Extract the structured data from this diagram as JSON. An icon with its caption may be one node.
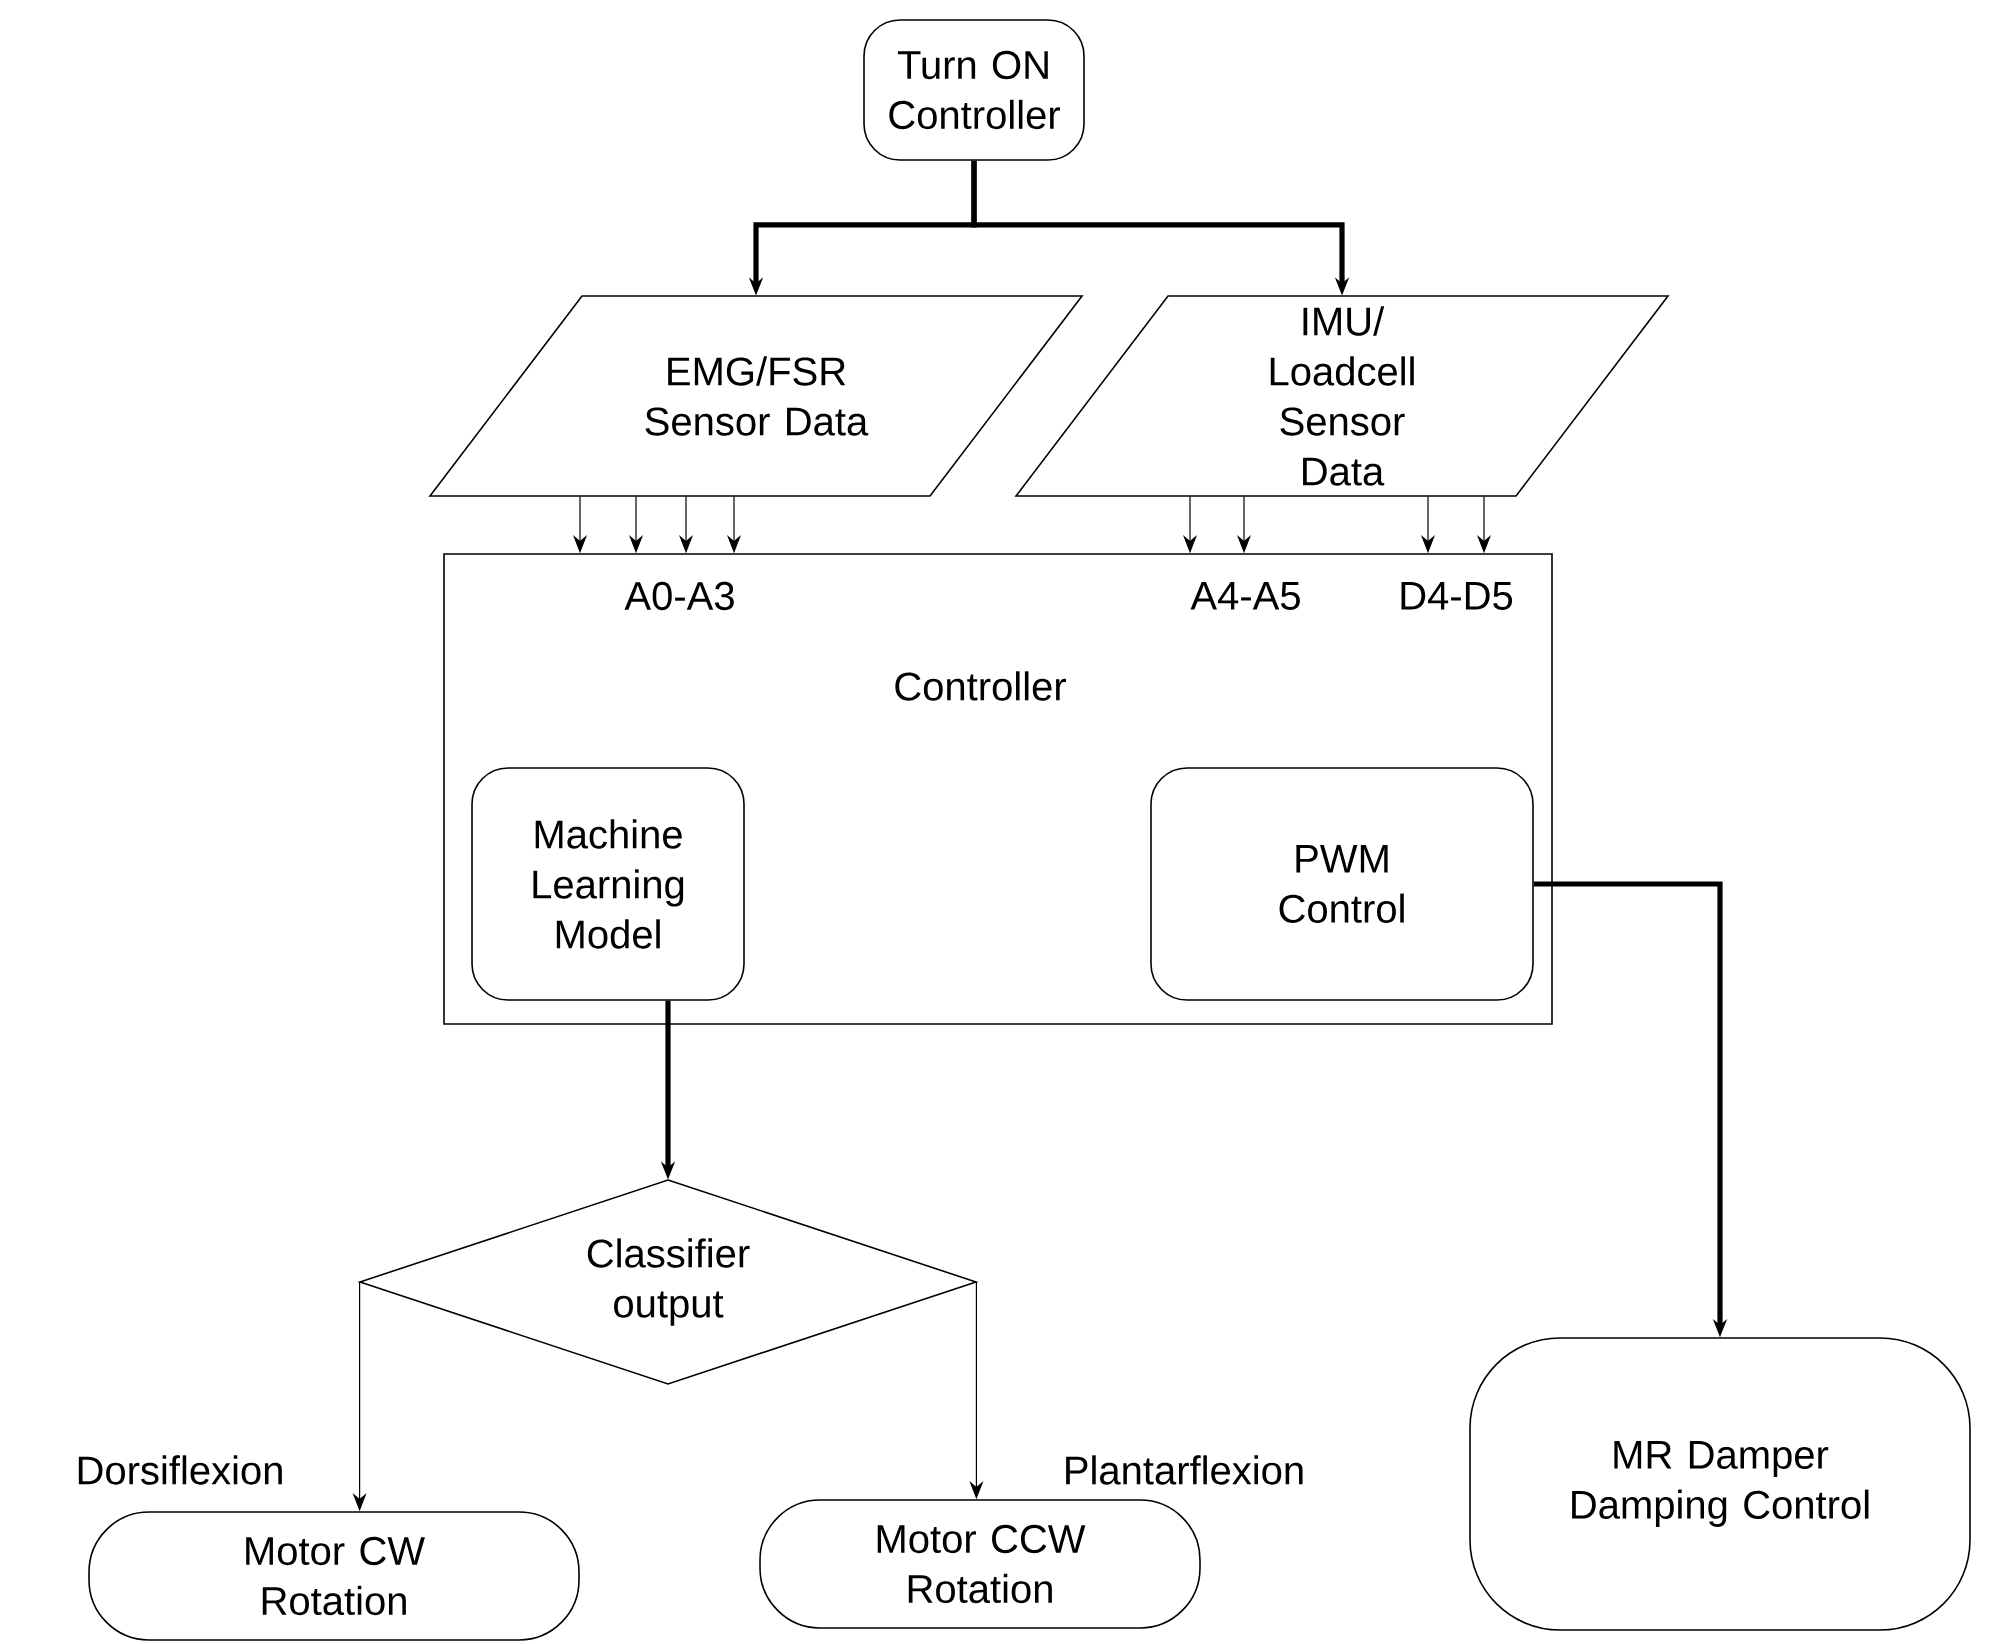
{
  "diagram": {
    "nodes": [
      {
        "text": [
          "Turn ON Controller"
        ]
      },
      {
        "text": [
          "EMG/FSR Sensor Data"
        ]
      },
      {
        "text": [
          "IMU/ Loadcell Sensor Data"
        ]
      },
      {
        "text": [
          "A0-A3",
          "A4-A5",
          "D4-D5",
          "Controller"
        ]
      },
      {
        "text": [
          "Machine Learning Model"
        ],
        "in": 3
      },
      {
        "text": [
          "PWM Control"
        ],
        "in": 3
      },
      {
        "text": [
          "Classifier output"
        ]
      },
      {
        "text": [
          "Motor CW Rotation"
        ]
      },
      {
        "text": [
          "Motor CCW Rotation"
        ]
      },
      {
        "text": [
          "MR Damper Damping Control"
        ]
      }
    ],
    "edges": [
      {
        "from": 0,
        "to": 1,
        "arrow": "to",
        "style": "thick"
      },
      {
        "from": 0,
        "to": 2,
        "arrow": "to",
        "style": "thick"
      },
      {
        "from": 1,
        "to": 3,
        "arrow": "to"
      },
      {
        "from": 1,
        "to": 3,
        "arrow": "to"
      },
      {
        "from": 1,
        "to": 3,
        "arrow": "to"
      },
      {
        "from": 1,
        "to": 3,
        "arrow": "to"
      },
      {
        "from": 2,
        "to": 3,
        "arrow": "to"
      },
      {
        "from": 2,
        "to": 3,
        "arrow": "to"
      },
      {
        "from": 2,
        "to": 3,
        "arrow": "to"
      },
      {
        "from": 2,
        "to": 3,
        "arrow": "to"
      },
      {
        "from": 4,
        "to": 6,
        "arrow": "to",
        "style": "thick"
      },
      {
        "from": 6,
        "to": 7,
        "arrow": "to",
        "label": "Dorsiflexion"
      },
      {
        "from": 6,
        "to": 8,
        "arrow": "to",
        "label": "Plantarflexion"
      },
      {
        "from": 5,
        "to": 9,
        "arrow": "to",
        "style": "thick"
      }
    ]
  }
}
